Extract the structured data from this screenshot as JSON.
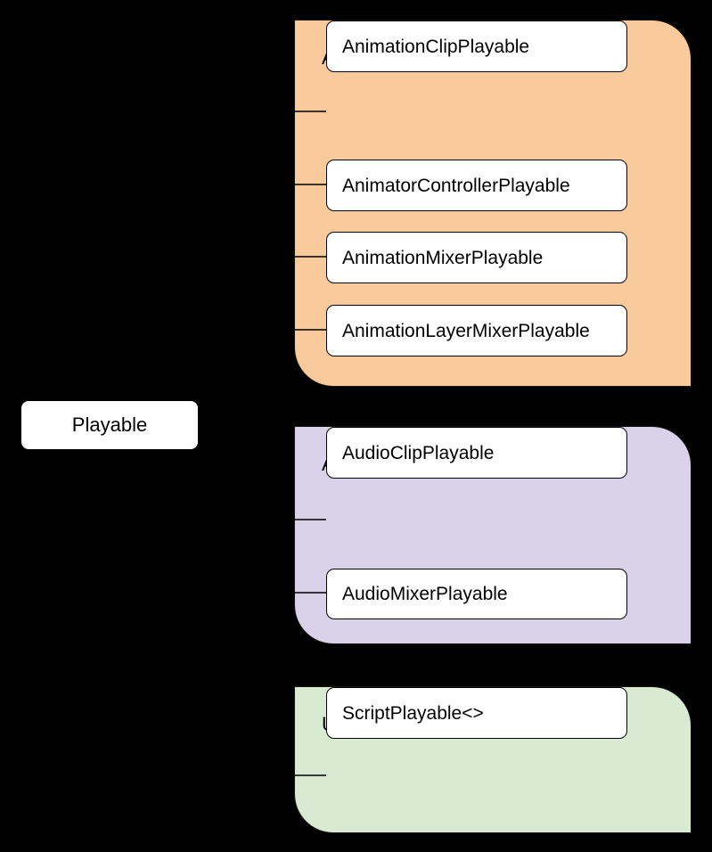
{
  "diagram": {
    "root_label": "Playable",
    "groups": [
      {
        "label": "Animation",
        "fill_color": "#F9CB9C",
        "items": [
          "AnimatorControllerPlayable",
          "AnimationMixerPlayable",
          "AnimationLayerMixerPlayable",
          "AnimationClipPlayable"
        ]
      },
      {
        "label": "Audio",
        "fill_color": "#D9D2E9",
        "items": [
          "AudioMixerPlayable",
          "AudioClipPlayable"
        ]
      },
      {
        "label": "User",
        "fill_color": "#D9EAD3",
        "items": [
          "ScriptPlayable<>"
        ]
      }
    ],
    "colors": {
      "background": "#000000",
      "node_fill": "#FFFFFF",
      "node_border": "#000000",
      "line": "#000000",
      "text": "#000000"
    }
  }
}
